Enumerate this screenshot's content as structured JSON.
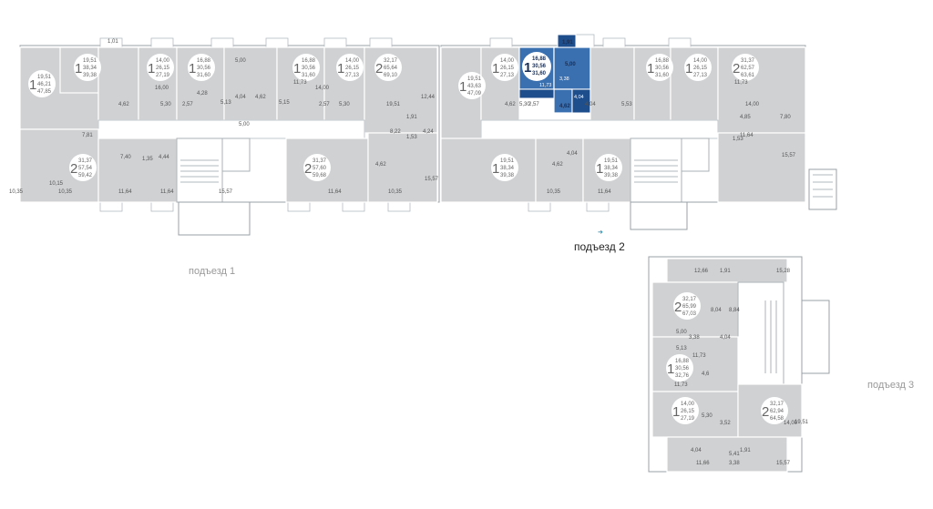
{
  "entrances": {
    "e1": "подъезд 1",
    "e2": "подъезд 2",
    "e3": "подъезд 3"
  },
  "selected": {
    "rooms": "1",
    "living": "16,88",
    "area": "30,56",
    "total": "31,60",
    "r_kitchen": "5,00",
    "r_hall": "11,73",
    "r_bath": "4,04",
    "r_corr": "4,62",
    "r_balc": "3,38",
    "r_small": "1,91"
  },
  "apartments": [
    {
      "id": "a1",
      "rooms": "1",
      "l": "19,51",
      "a": "46,21",
      "t": "47,85"
    },
    {
      "id": "a2",
      "rooms": "1",
      "l": "19,51",
      "a": "38,34",
      "t": "39,38"
    },
    {
      "id": "a3",
      "rooms": "1",
      "l": "14,00",
      "a": "26,15",
      "t": "27,19"
    },
    {
      "id": "a4",
      "rooms": "1",
      "l": "16,88",
      "a": "30,56",
      "t": "31,60"
    },
    {
      "id": "a5",
      "rooms": "1",
      "l": "16,88",
      "a": "30,56",
      "t": "31,60"
    },
    {
      "id": "a6",
      "rooms": "1",
      "l": "14,00",
      "a": "26,15",
      "t": "27,13"
    },
    {
      "id": "a7",
      "rooms": "2",
      "l": "32,17",
      "a": "65,64",
      "t": "69,10"
    },
    {
      "id": "a8",
      "rooms": "2",
      "l": "31,37",
      "a": "57,54",
      "t": "59,42"
    },
    {
      "id": "a9",
      "rooms": "2",
      "l": "31,37",
      "a": "57,60",
      "t": "59,68"
    },
    {
      "id": "b1",
      "rooms": "1",
      "l": "19,51",
      "a": "43,63",
      "t": "47,09"
    },
    {
      "id": "b2",
      "rooms": "1",
      "l": "14,00",
      "a": "26,15",
      "t": "27,13"
    },
    {
      "id": "b3",
      "rooms": "1",
      "l": "16,88",
      "a": "30,56",
      "t": "31,60"
    },
    {
      "id": "b4",
      "rooms": "1",
      "l": "14,00",
      "a": "26,15",
      "t": "27,13"
    },
    {
      "id": "b5",
      "rooms": "2",
      "l": "31,37",
      "a": "62,57",
      "t": "63,61"
    },
    {
      "id": "b6",
      "rooms": "1",
      "l": "19,51",
      "a": "38,34",
      "t": "39,38"
    },
    {
      "id": "b7",
      "rooms": "1",
      "l": "19,51",
      "a": "38,34",
      "t": "39,38"
    },
    {
      "id": "c1",
      "rooms": "2",
      "l": "32,17",
      "a": "65,99",
      "t": "67,03"
    },
    {
      "id": "c2",
      "rooms": "1",
      "l": "16,88",
      "a": "30,56",
      "t": "32,76"
    },
    {
      "id": "c3",
      "rooms": "1",
      "l": "14,00",
      "a": "26,15",
      "t": "27,19"
    },
    {
      "id": "c4",
      "rooms": "2",
      "l": "32,17",
      "a": "62,94",
      "t": "64,58"
    }
  ],
  "rooms": [
    "10,15",
    "16,00",
    "4,62",
    "5,30",
    "2,57",
    "4,28",
    "5,00",
    "5,13",
    "4,04",
    "4,62",
    "5,15",
    "11,73",
    "14,00",
    "5,30",
    "2,57",
    "5,00",
    "19,51",
    "12,44",
    "1,91",
    "4,24",
    "8,22",
    "1,53",
    "10,35",
    "11,64",
    "15,57",
    "10,35",
    "11,64",
    "4,62",
    "7,81",
    "4,44",
    "7,40",
    "1,35",
    "10,35",
    "11,64",
    "15,57",
    "4,62",
    "5,30",
    "2,57",
    "4,04",
    "5,53",
    "11,73",
    "14,00",
    "4,85",
    "7,80",
    "11,64",
    "1,53",
    "15,57",
    "4,62",
    "4,04",
    "10,35",
    "11,64",
    "12,66",
    "1,91",
    "15,28",
    "8,04",
    "8,84",
    "5,00",
    "3,38",
    "11,73",
    "4,04",
    "5,13",
    "4,6",
    "11,73",
    "5,30",
    "3,52",
    "14,00",
    "19,51",
    "4,04",
    "1,91",
    "11,66",
    "15,57",
    "5,41",
    "3,38",
    "1,01"
  ],
  "colors": {
    "unit": "#cfd1d3",
    "selected": "#3a6fb0",
    "selected_dark": "#1f4e8c",
    "text": "#666666"
  }
}
